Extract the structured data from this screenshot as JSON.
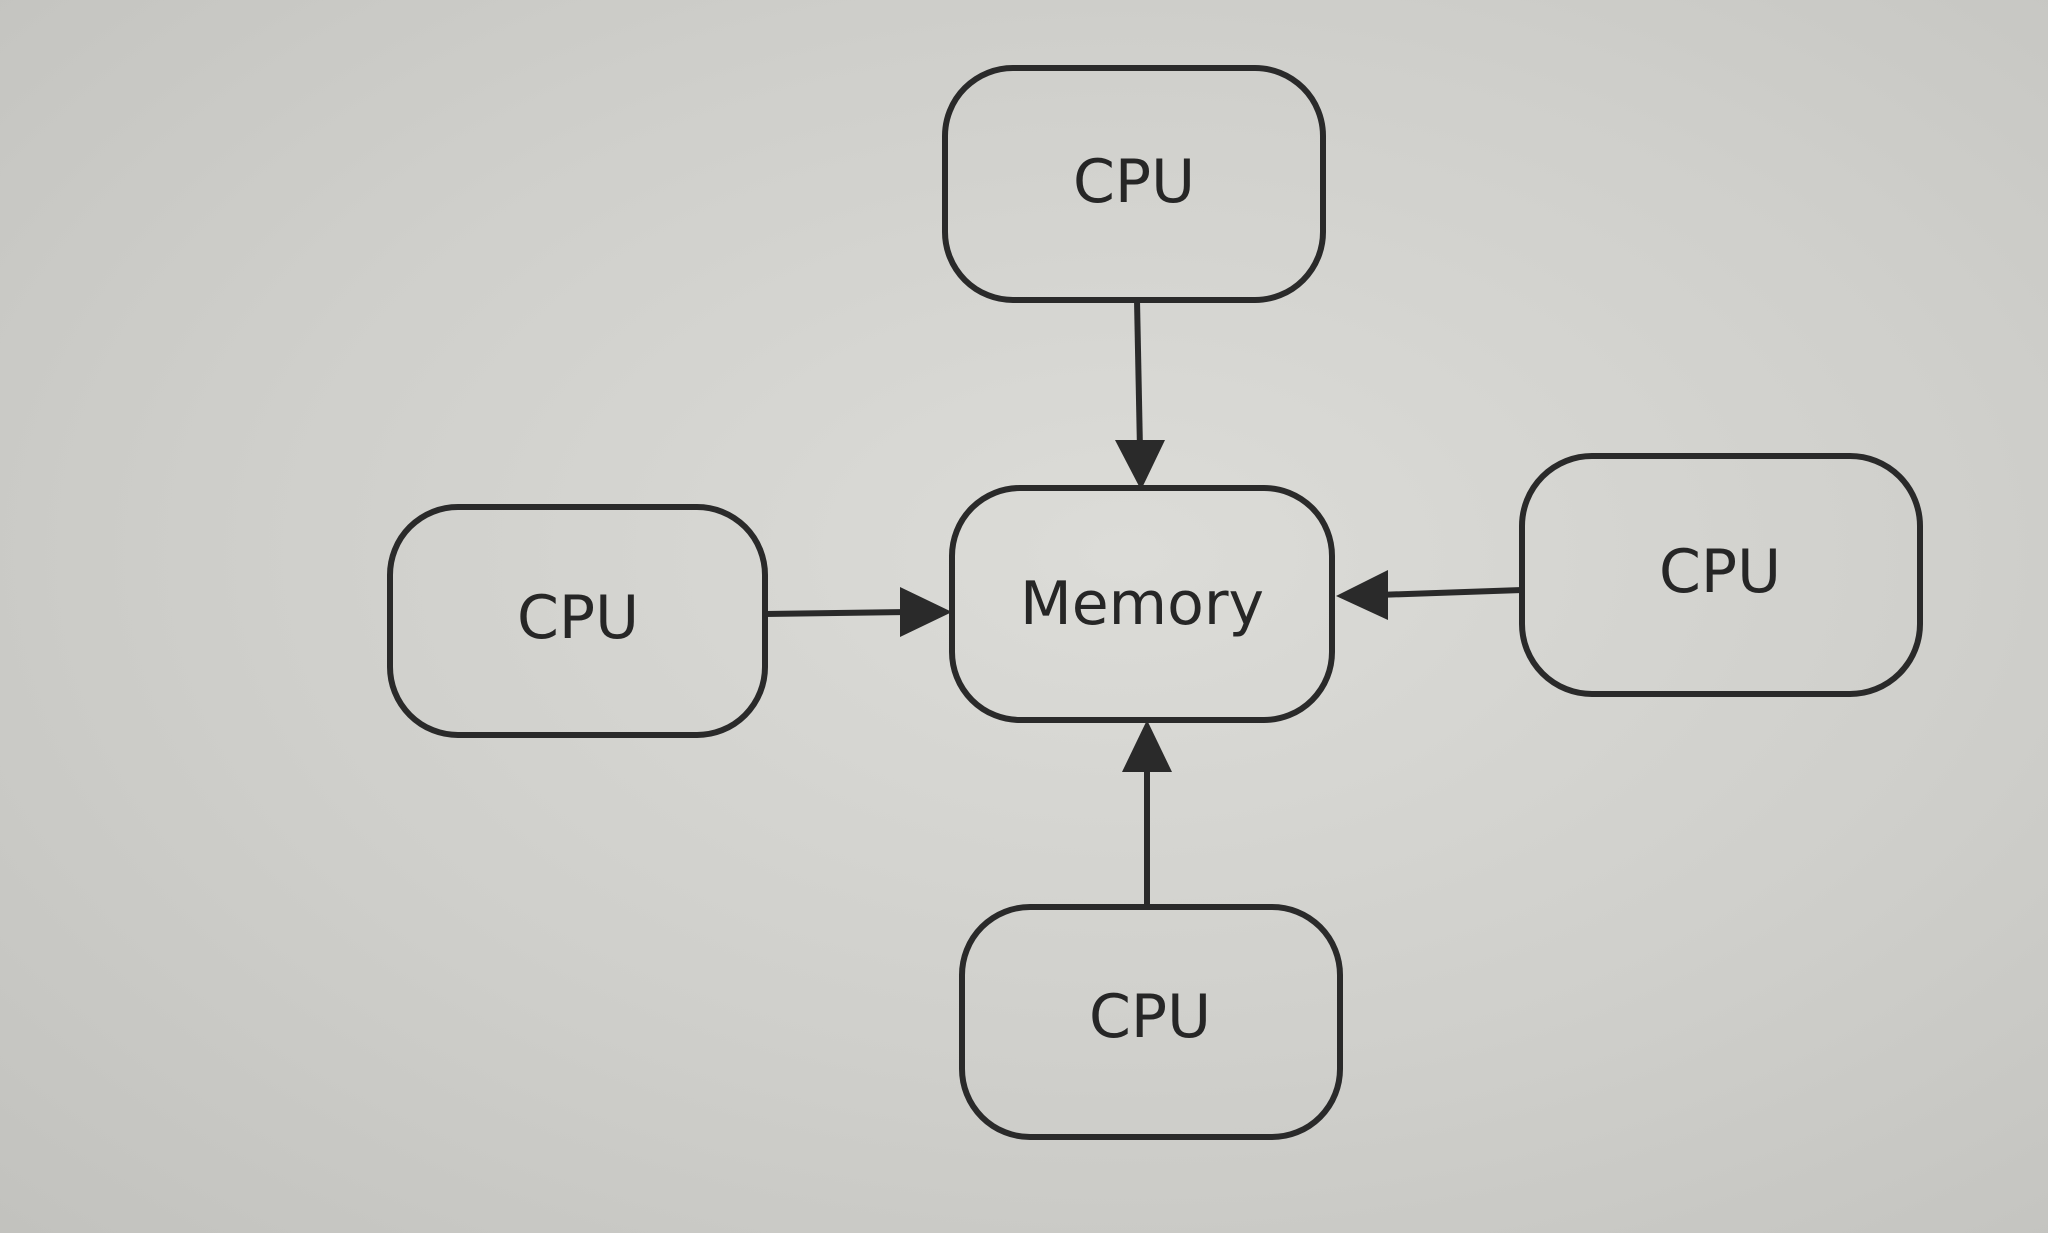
{
  "diagram": {
    "nodes": [
      {
        "id": "memory",
        "label": "Memory"
      },
      {
        "id": "cpu_top",
        "label": "CPU"
      },
      {
        "id": "cpu_left",
        "label": "CPU"
      },
      {
        "id": "cpu_right",
        "label": "CPU"
      },
      {
        "id": "cpu_bottom",
        "label": "CPU"
      }
    ],
    "edges": [
      {
        "from": "cpu_top",
        "to": "memory"
      },
      {
        "from": "cpu_left",
        "to": "memory"
      },
      {
        "from": "cpu_right",
        "to": "memory"
      },
      {
        "from": "cpu_bottom",
        "to": "memory"
      }
    ]
  }
}
